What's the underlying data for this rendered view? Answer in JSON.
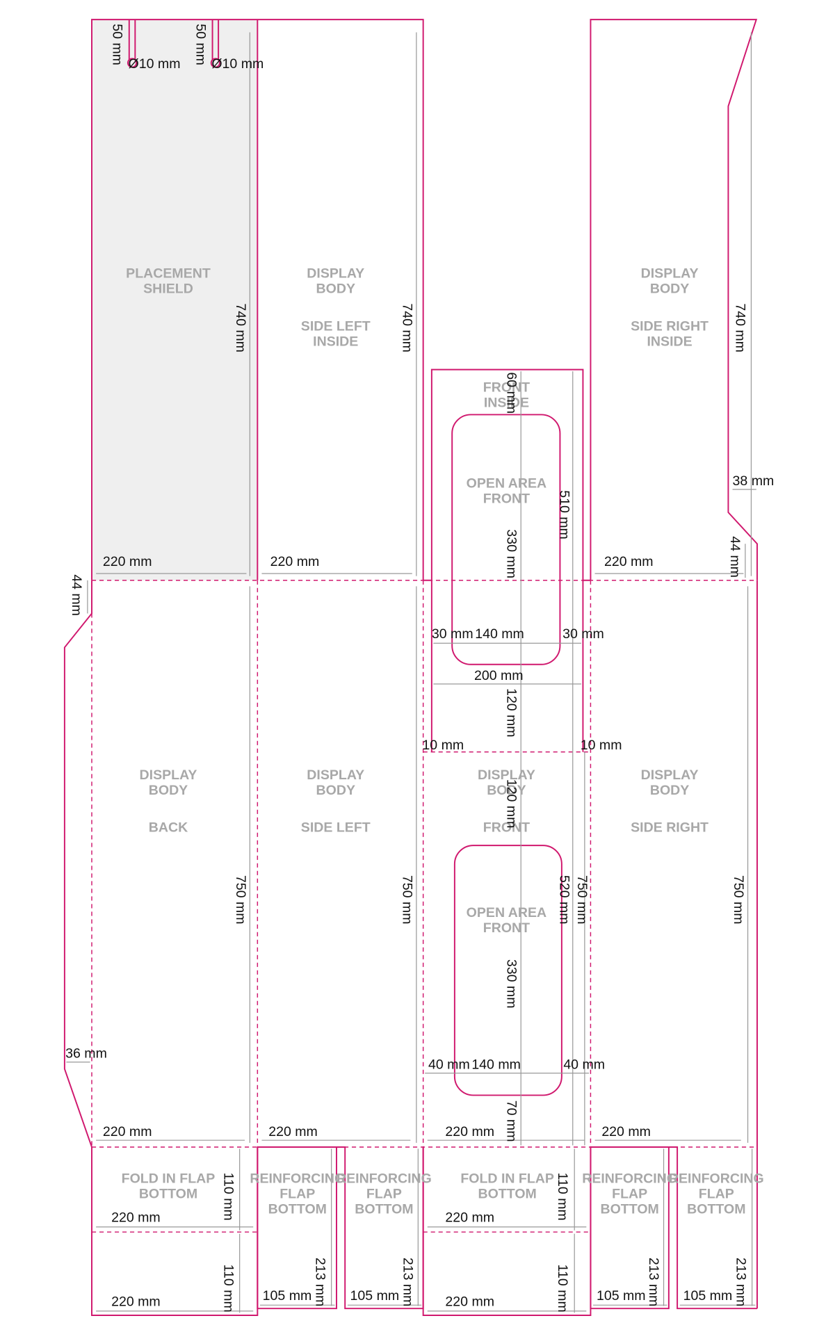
{
  "colors": {
    "cut": "#d0186e",
    "fold": "#d0186e",
    "shield_fill": "#efefef",
    "open_area_fill": "#e3ece0",
    "dimension": "#999999",
    "label": "#a8a8a8"
  },
  "panels": [
    {
      "id": "placement-shield",
      "lines": [
        "PLACEMENT",
        "SHIELD"
      ]
    },
    {
      "id": "side-left-inside",
      "lines": [
        "DISPLAY",
        "BODY",
        "",
        "SIDE LEFT",
        "INSIDE"
      ]
    },
    {
      "id": "front-inside",
      "lines": [
        "FRONT",
        "INSIDE"
      ]
    },
    {
      "id": "side-right-inside",
      "lines": [
        "DISPLAY",
        "BODY",
        "",
        "SIDE RIGHT",
        "INSIDE"
      ]
    },
    {
      "id": "open-area-top",
      "lines": [
        "OPEN AREA",
        "FRONT"
      ]
    },
    {
      "id": "back",
      "lines": [
        "DISPLAY",
        "BODY",
        "",
        "BACK"
      ]
    },
    {
      "id": "side-left",
      "lines": [
        "DISPLAY",
        "BODY",
        "",
        "SIDE LEFT"
      ]
    },
    {
      "id": "front",
      "lines": [
        "DISPLAY",
        "BODY",
        "",
        "FRONT"
      ]
    },
    {
      "id": "side-right",
      "lines": [
        "DISPLAY",
        "BODY",
        "",
        "SIDE RIGHT"
      ]
    },
    {
      "id": "open-area-bottom",
      "lines": [
        "OPEN AREA",
        "FRONT"
      ]
    },
    {
      "id": "fold-in-flap-1",
      "lines": [
        "FOLD IN FLAP",
        "BOTTOM"
      ]
    },
    {
      "id": "reinforcing-flap-1",
      "lines": [
        "REINFORCING",
        "FLAP",
        "BOTTOM"
      ]
    },
    {
      "id": "reinforcing-flap-2",
      "lines": [
        "REINFORCING",
        "FLAP",
        "BOTTOM"
      ]
    },
    {
      "id": "fold-in-flap-2",
      "lines": [
        "FOLD IN FLAP",
        "BOTTOM"
      ]
    },
    {
      "id": "reinforcing-flap-3",
      "lines": [
        "REINFORCING",
        "FLAP",
        "BOTTOM"
      ]
    },
    {
      "id": "reinforcing-flap-4",
      "lines": [
        "REINFORCING",
        "FLAP",
        "BOTTOM"
      ]
    }
  ],
  "dimensions": {
    "hole_offset_1": "50 mm",
    "hole_offset_2": "50 mm",
    "hole_dia_1": "Ø10 mm",
    "hole_dia_2": "Ø10 mm",
    "shield_height": "740 mm",
    "side_left_inside_height": "740 mm",
    "side_right_inside_height": "740 mm",
    "shield_width": "220 mm",
    "side_left_inside_width": "220 mm",
    "side_right_inside_width": "220 mm",
    "front_inside_top": "60 mm",
    "front_inside_height": "510 mm",
    "open_top_height": "330 mm",
    "open_top_left": "30 mm",
    "open_top_width": "140 mm",
    "open_top_right": "30 mm",
    "front_inside_width": "200 mm",
    "open_top_gap": "120 mm",
    "front_inside_inset_left": "10 mm",
    "front_inside_inset_right": "10 mm",
    "right_notch_width": "38 mm",
    "right_notch_height": "44 mm",
    "left_notch_height": "44 mm",
    "left_notch_width": "36 mm",
    "front_top_gap": "120 mm",
    "open_bottom_outer": "520 mm",
    "open_bottom_height": "330 mm",
    "open_bottom_left": "40 mm",
    "open_bottom_width": "140 mm",
    "open_bottom_right": "40 mm",
    "open_bottom_gap": "70 mm",
    "back_height": "750 mm",
    "side_left_height": "750 mm",
    "front_height": "750 mm",
    "side_right_height": "750 mm",
    "back_width": "220 mm",
    "side_left_width": "220 mm",
    "front_width": "220 mm",
    "side_right_width": "220 mm",
    "flap1_height_a": "110 mm",
    "flap1_height_b": "110 mm",
    "flap1_width_a": "220 mm",
    "flap1_width_b": "220 mm",
    "flap2_height_a": "110 mm",
    "flap2_height_b": "110 mm",
    "flap2_width_a": "220 mm",
    "flap2_width_b": "220 mm",
    "reinf1_height": "213 mm",
    "reinf2_height": "213 mm",
    "reinf3_height": "213 mm",
    "reinf4_height": "213 mm",
    "reinf1_width": "105 mm",
    "reinf2_width": "105 mm",
    "reinf3_width": "105 mm",
    "reinf4_width": "105 mm"
  }
}
